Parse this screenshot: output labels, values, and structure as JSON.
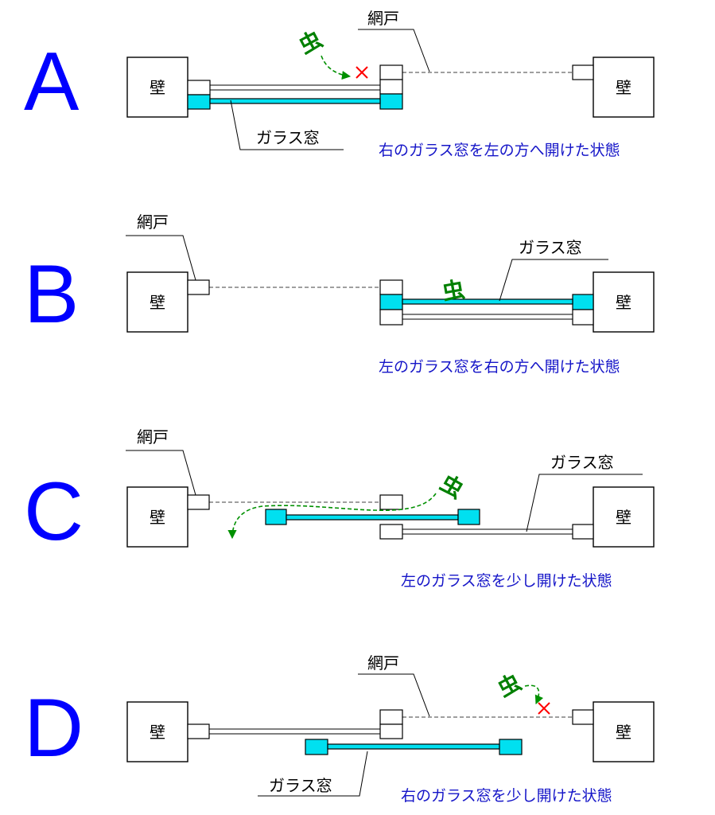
{
  "colors": {
    "panel_letter": "#0000ff",
    "caption": "#1515c8",
    "glass": "#00e0f0",
    "bug": "#008000",
    "blocked": "#ff0000"
  },
  "icons": [
    "bug-glyph",
    "blocked-cross-icon",
    "dashed-path-arrow"
  ],
  "panels": [
    {
      "letter": "A",
      "wall_left": "壁",
      "wall_right": "壁",
      "screen_label": "網戸",
      "glass_label": "ガラス窓",
      "bug": "虫",
      "caption": "右のガラス窓を左の方へ開けた状態"
    },
    {
      "letter": "B",
      "wall_left": "壁",
      "wall_right": "壁",
      "screen_label": "網戸",
      "glass_label": "ガラス窓",
      "bug": "虫",
      "caption": "左のガラス窓を右の方へ開けた状態"
    },
    {
      "letter": "C",
      "wall_left": "壁",
      "wall_right": "壁",
      "screen_label": "網戸",
      "glass_label": "ガラス窓",
      "bug": "虫",
      "caption": "左のガラス窓を少し開けた状態"
    },
    {
      "letter": "D",
      "wall_left": "壁",
      "wall_right": "壁",
      "screen_label": "網戸",
      "glass_label": "ガラス窓",
      "bug": "虫",
      "caption": "右のガラス窓を少し開けた状態"
    }
  ]
}
